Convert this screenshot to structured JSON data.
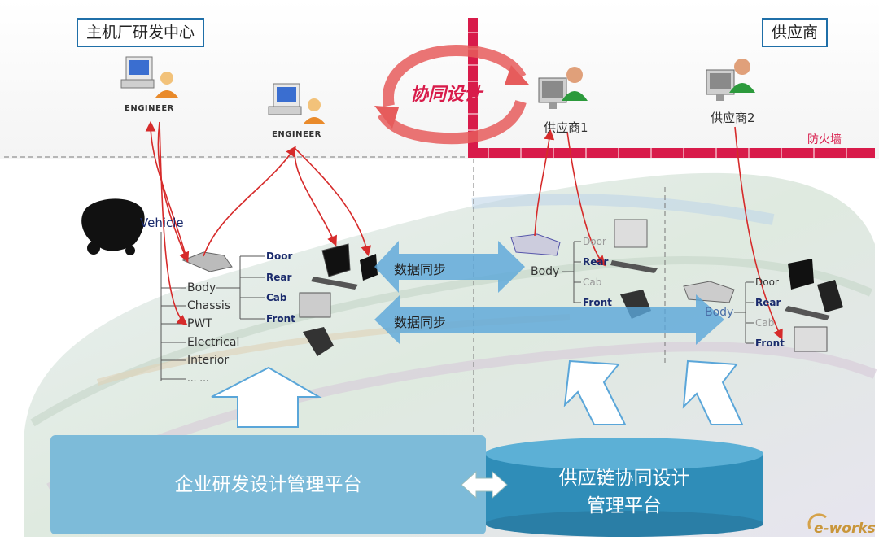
{
  "oem_center": {
    "label": "主机厂研发中心"
  },
  "supplier_area": {
    "label": "供应商"
  },
  "engineers": [
    {
      "label": "ENGINEER"
    },
    {
      "label": "ENGINEER"
    }
  ],
  "suppliers": [
    {
      "label": "供应商1"
    },
    {
      "label": "供应商2"
    }
  ],
  "collab": {
    "label": "协同设计"
  },
  "firewall": {
    "label": "防火墙"
  },
  "tree": {
    "root": "Vehicle",
    "items": [
      "Body",
      "Chassis",
      "PWT",
      "Electrical",
      "Interior",
      "... ..."
    ],
    "body_children": [
      "Door",
      "Rear",
      "Cab",
      "Front"
    ]
  },
  "supplier1_tree": {
    "root": "Body",
    "children": [
      "Door",
      "Rear",
      "Cab",
      "Front"
    ]
  },
  "supplier2_tree": {
    "root": "Body",
    "children": [
      "Door",
      "Rear",
      "Cab",
      "Front"
    ]
  },
  "sync": [
    {
      "label": "数据同步"
    },
    {
      "label": "数据同步"
    }
  ],
  "platforms": {
    "enterprise": "企业研发设计管理平台",
    "supply_line1": "供应链协同设计",
    "supply_line2": "管理平台"
  },
  "watermark": {
    "text": "e-works"
  },
  "colors": {
    "firewall": "#d81b4a",
    "arrow_red": "#d62b2b",
    "platform_light": "#7dbbd9",
    "platform_dark": "#2f8db8",
    "sync_arrow": "#5aa6d9"
  }
}
